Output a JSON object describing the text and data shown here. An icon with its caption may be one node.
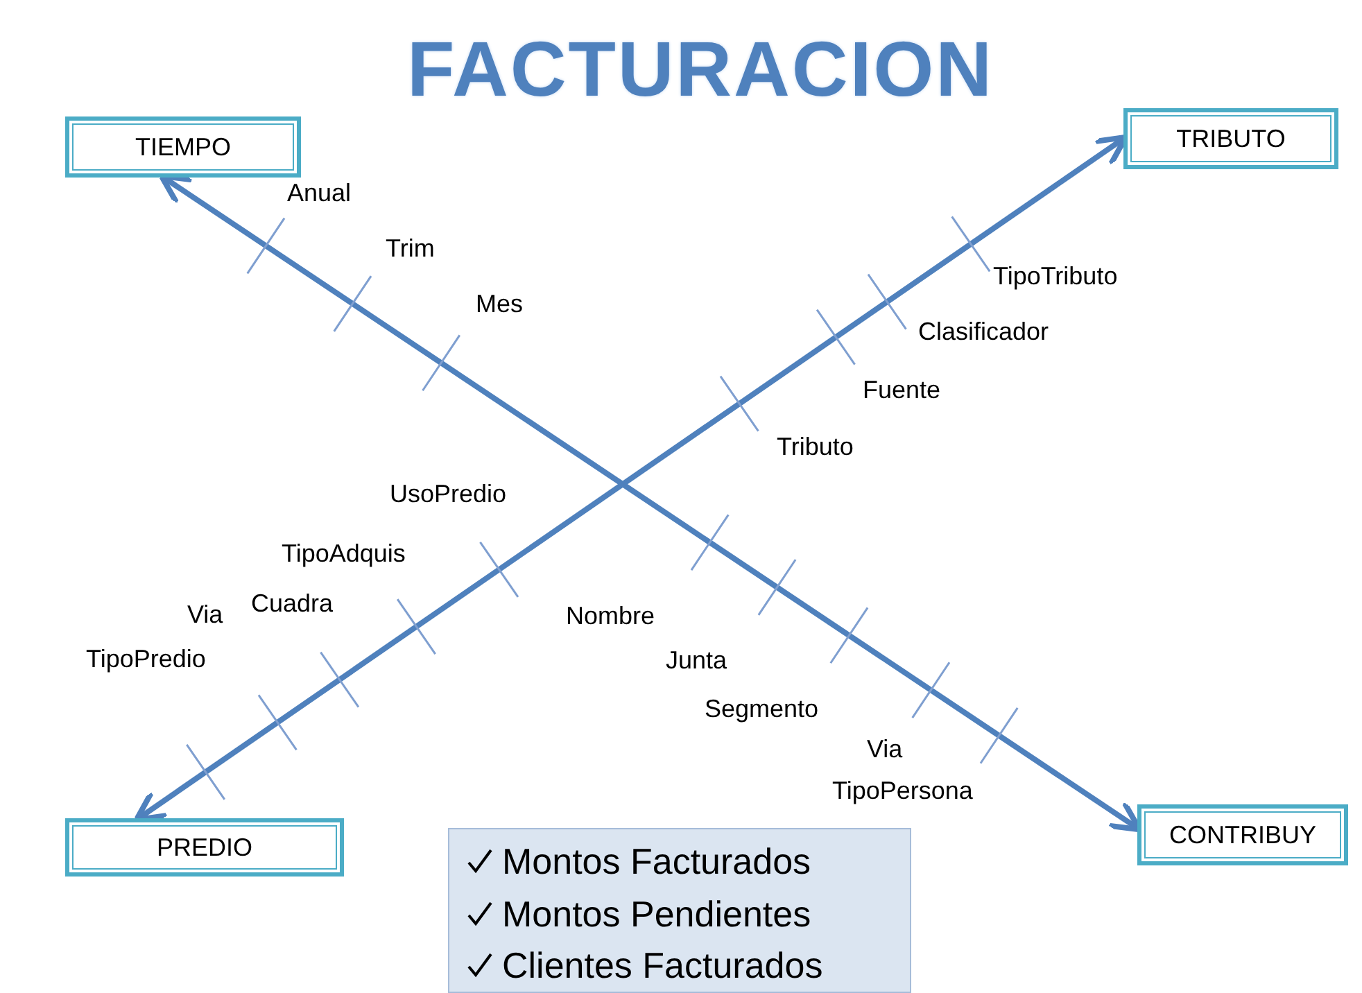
{
  "diagram": {
    "title": "FACTURACION",
    "nodes": [
      {
        "text": [
          "TIEMPO"
        ]
      },
      {
        "text": [
          "TRIBUTO"
        ]
      },
      {
        "text": [
          "PREDIO"
        ]
      },
      {
        "text": [
          "CONTRIBUY"
        ]
      },
      {
        "text": [
          "Montos Facturados",
          "Montos Pendientes",
          "Clientes Facturados"
        ]
      }
    ],
    "edges": [
      {
        "from": 0,
        "to": 3,
        "arrow": "both"
      },
      {
        "from": 2,
        "to": 1,
        "arrow": "both"
      }
    ],
    "labels": [
      "Anual",
      "Trim",
      "Mes",
      "TipoTributo",
      "Clasificador",
      "Fuente",
      "Tributo",
      "UsoPredio",
      "TipoAdquis",
      "Via",
      "Cuadra",
      "TipoPredio",
      "Nombre",
      "Junta",
      "Segmento",
      "Via",
      "TipoPersona"
    ]
  }
}
